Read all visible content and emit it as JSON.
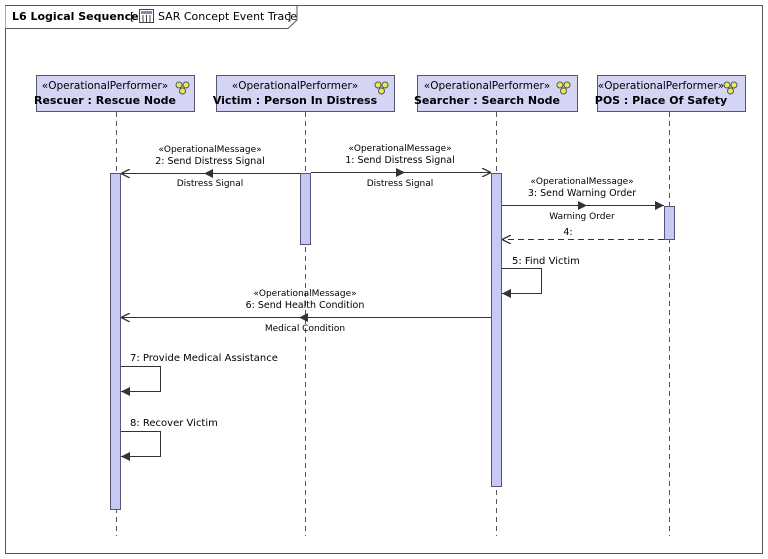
{
  "frame": {
    "kind": "L6 Logical Sequence",
    "bracket_open": "[",
    "diagram_name": "SAR Concept Event Trace",
    "bracket_close": "]",
    "icon": "sequence-diagram-icon"
  },
  "colors": {
    "lifeline_fill": "#d4d4f4",
    "lifeline_border": "#555577",
    "activation_fill": "#c8c8f4",
    "line": "#333333"
  },
  "lifelines": [
    {
      "stereotype": "«OperationalPerformer»",
      "name": "Rescuer : Rescue Node",
      "icon": "performer-icon"
    },
    {
      "stereotype": "«OperationalPerformer»",
      "name": "Victim : Person In Distress",
      "icon": "performer-icon"
    },
    {
      "stereotype": "«OperationalPerformer»",
      "name": "Searcher : Search Node",
      "icon": "performer-icon"
    },
    {
      "stereotype": "«OperationalPerformer»",
      "name": "POS : Place Of Safety",
      "icon": "performer-icon"
    }
  ],
  "messages": [
    {
      "stereotype": "«OperationalMessage»",
      "label": "2: Send Distress Signal",
      "conveyed": "Distress Signal"
    },
    {
      "stereotype": "«OperationalMessage»",
      "label": "1: Send Distress Signal",
      "conveyed": "Distress Signal"
    },
    {
      "stereotype": "«OperationalMessage»",
      "label": "3: Send Warning Order",
      "conveyed": "Warning Order"
    },
    {
      "stereotype": "",
      "label": "4:",
      "conveyed": ""
    },
    {
      "stereotype": "",
      "label": "5: Find Victim",
      "conveyed": ""
    },
    {
      "stereotype": "«OperationalMessage»",
      "label": "6: Send Health Condition",
      "conveyed": "Medical Condition"
    },
    {
      "stereotype": "",
      "label": "7: Provide Medical Assistance",
      "conveyed": ""
    },
    {
      "stereotype": "",
      "label": "8: Recover Victim",
      "conveyed": ""
    }
  ]
}
